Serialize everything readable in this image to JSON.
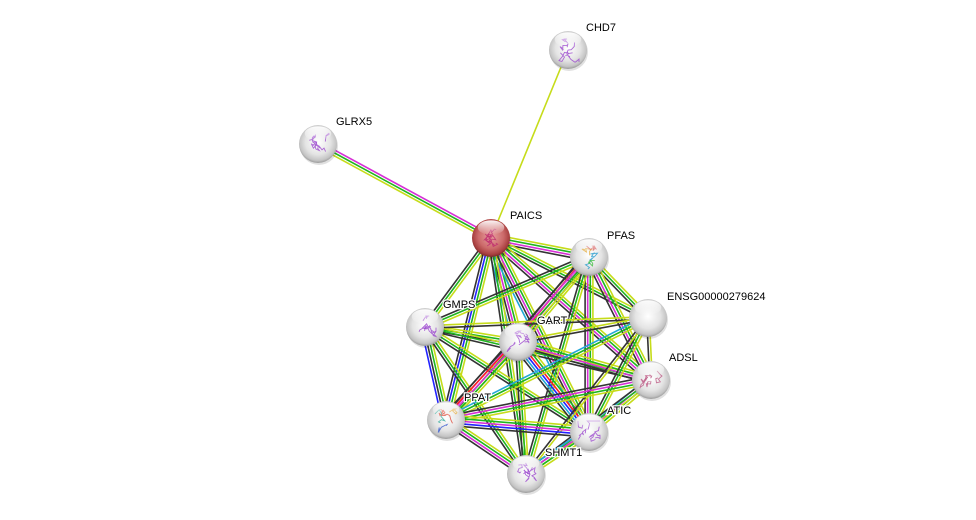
{
  "network": {
    "nodes": [
      {
        "id": "CHD7",
        "label": "CHD7",
        "query": false,
        "structure_colors": [
          "#a050d0"
        ]
      },
      {
        "id": "GLRX5",
        "label": "GLRX5",
        "query": false,
        "structure_colors": [
          "#a050d0"
        ]
      },
      {
        "id": "PAICS",
        "label": "PAICS",
        "query": true,
        "structure_colors": [
          "#c03070"
        ]
      },
      {
        "id": "PFAS",
        "label": "PFAS",
        "query": false,
        "structure_colors": [
          "#30a0d0",
          "#40c040",
          "#e0a020",
          "#d04040"
        ]
      },
      {
        "id": "ENSG00000279624",
        "label": "ENSG00000279624",
        "query": false,
        "structure_colors": []
      },
      {
        "id": "GMPS",
        "label": "GMPS",
        "query": false,
        "structure_colors": [
          "#a050d0"
        ]
      },
      {
        "id": "GART",
        "label": "GART",
        "query": false,
        "structure_colors": [
          "#a050d0"
        ]
      },
      {
        "id": "ADSL",
        "label": "ADSL",
        "query": false,
        "structure_colors": [
          "#c0608a"
        ]
      },
      {
        "id": "PPAT",
        "label": "PPAT",
        "query": false,
        "structure_colors": [
          "#e05040",
          "#40b0a0",
          "#4060d0",
          "#e0a020"
        ]
      },
      {
        "id": "ATIC",
        "label": "ATIC",
        "query": false,
        "structure_colors": [
          "#a050d0"
        ]
      },
      {
        "id": "SHMT1",
        "label": "SHMT1",
        "query": false,
        "structure_colors": [
          "#a050d0"
        ]
      }
    ],
    "edge_colors": {
      "text_mining": "#c6dc1a",
      "coexpression": "#333333",
      "experiments": "#d62fd6",
      "databases": "#22a7d6",
      "neighborhood": "#1fb51f",
      "fusion": "#ff2222",
      "cooccurrence": "#2222ff",
      "homology": "#9aa7ff"
    },
    "edges": [
      {
        "source": "PAICS",
        "target": "CHD7",
        "evidence": [
          "text_mining"
        ]
      },
      {
        "source": "PAICS",
        "target": "GLRX5",
        "evidence": [
          "text_mining",
          "neighborhood",
          "experiments"
        ]
      },
      {
        "source": "PAICS",
        "target": "PFAS",
        "evidence": [
          "text_mining",
          "neighborhood",
          "experiments",
          "coexpression"
        ]
      },
      {
        "source": "PAICS",
        "target": "GMPS",
        "evidence": [
          "text_mining",
          "neighborhood",
          "coexpression"
        ]
      },
      {
        "source": "PAICS",
        "target": "GART",
        "evidence": [
          "text_mining",
          "neighborhood",
          "experiments",
          "coexpression",
          "databases"
        ]
      },
      {
        "source": "PAICS",
        "target": "ENSG00000279624",
        "evidence": [
          "text_mining",
          "neighborhood",
          "coexpression"
        ]
      },
      {
        "source": "PAICS",
        "target": "ADSL",
        "evidence": [
          "text_mining",
          "neighborhood",
          "experiments",
          "coexpression"
        ]
      },
      {
        "source": "PAICS",
        "target": "PPAT",
        "evidence": [
          "text_mining",
          "neighborhood",
          "cooccurrence",
          "coexpression"
        ]
      },
      {
        "source": "PAICS",
        "target": "ATIC",
        "evidence": [
          "text_mining",
          "neighborhood",
          "experiments",
          "coexpression",
          "databases"
        ]
      },
      {
        "source": "PAICS",
        "target": "SHMT1",
        "evidence": [
          "text_mining",
          "neighborhood",
          "coexpression"
        ]
      },
      {
        "source": "PFAS",
        "target": "GMPS",
        "evidence": [
          "text_mining",
          "neighborhood",
          "coexpression"
        ]
      },
      {
        "source": "PFAS",
        "target": "GART",
        "evidence": [
          "text_mining",
          "neighborhood",
          "experiments",
          "fusion",
          "coexpression"
        ]
      },
      {
        "source": "PFAS",
        "target": "ENSG00000279624",
        "evidence": [
          "text_mining",
          "neighborhood",
          "coexpression"
        ]
      },
      {
        "source": "PFAS",
        "target": "ADSL",
        "evidence": [
          "text_mining",
          "neighborhood",
          "experiments",
          "coexpression"
        ]
      },
      {
        "source": "PFAS",
        "target": "PPAT",
        "evidence": [
          "text_mining",
          "neighborhood",
          "experiments",
          "coexpression"
        ]
      },
      {
        "source": "PFAS",
        "target": "ATIC",
        "evidence": [
          "text_mining",
          "neighborhood",
          "experiments",
          "coexpression"
        ]
      },
      {
        "source": "PFAS",
        "target": "SHMT1",
        "evidence": [
          "text_mining",
          "neighborhood",
          "coexpression"
        ]
      },
      {
        "source": "GMPS",
        "target": "GART",
        "evidence": [
          "text_mining",
          "neighborhood",
          "coexpression"
        ]
      },
      {
        "source": "GMPS",
        "target": "ENSG00000279624",
        "evidence": [
          "text_mining",
          "coexpression"
        ]
      },
      {
        "source": "GMPS",
        "target": "ADSL",
        "evidence": [
          "text_mining",
          "neighborhood",
          "coexpression"
        ]
      },
      {
        "source": "GMPS",
        "target": "PPAT",
        "evidence": [
          "text_mining",
          "neighborhood",
          "coexpression",
          "cooccurrence"
        ]
      },
      {
        "source": "GMPS",
        "target": "ATIC",
        "evidence": [
          "text_mining",
          "neighborhood",
          "coexpression"
        ]
      },
      {
        "source": "GMPS",
        "target": "SHMT1",
        "evidence": [
          "text_mining",
          "neighborhood",
          "coexpression"
        ]
      },
      {
        "source": "GART",
        "target": "ENSG00000279624",
        "evidence": [
          "text_mining",
          "coexpression"
        ]
      },
      {
        "source": "GART",
        "target": "ADSL",
        "evidence": [
          "text_mining",
          "neighborhood",
          "experiments",
          "coexpression"
        ]
      },
      {
        "source": "GART",
        "target": "PPAT",
        "evidence": [
          "text_mining",
          "neighborhood",
          "experiments",
          "fusion",
          "coexpression"
        ]
      },
      {
        "source": "GART",
        "target": "ATIC",
        "evidence": [
          "text_mining",
          "neighborhood",
          "fusion",
          "cooccurrence",
          "databases",
          "coexpression"
        ]
      },
      {
        "source": "GART",
        "target": "SHMT1",
        "evidence": [
          "text_mining",
          "neighborhood",
          "coexpression"
        ]
      },
      {
        "source": "ENSG00000279624",
        "target": "ADSL",
        "evidence": [
          "text_mining",
          "coexpression"
        ]
      },
      {
        "source": "ENSG00000279624",
        "target": "PPAT",
        "evidence": [
          "text_mining",
          "neighborhood",
          "databases"
        ]
      },
      {
        "source": "ENSG00000279624",
        "target": "ATIC",
        "evidence": [
          "text_mining",
          "neighborhood",
          "coexpression"
        ]
      },
      {
        "source": "ENSG00000279624",
        "target": "SHMT1",
        "evidence": [
          "text_mining",
          "coexpression"
        ]
      },
      {
        "source": "ADSL",
        "target": "PPAT",
        "evidence": [
          "text_mining",
          "neighborhood",
          "experiments",
          "coexpression"
        ]
      },
      {
        "source": "ADSL",
        "target": "ATIC",
        "evidence": [
          "text_mining",
          "neighborhood",
          "experiments",
          "databases"
        ]
      },
      {
        "source": "ADSL",
        "target": "SHMT1",
        "evidence": [
          "text_mining",
          "neighborhood",
          "coexpression"
        ]
      },
      {
        "source": "PPAT",
        "target": "ATIC",
        "evidence": [
          "text_mining",
          "neighborhood",
          "experiments",
          "cooccurrence",
          "coexpression"
        ]
      },
      {
        "source": "PPAT",
        "target": "SHMT1",
        "evidence": [
          "text_mining",
          "neighborhood",
          "experiments",
          "coexpression"
        ]
      },
      {
        "source": "ATIC",
        "target": "SHMT1",
        "evidence": [
          "text_mining",
          "neighborhood",
          "experiments",
          "databases"
        ]
      }
    ]
  }
}
